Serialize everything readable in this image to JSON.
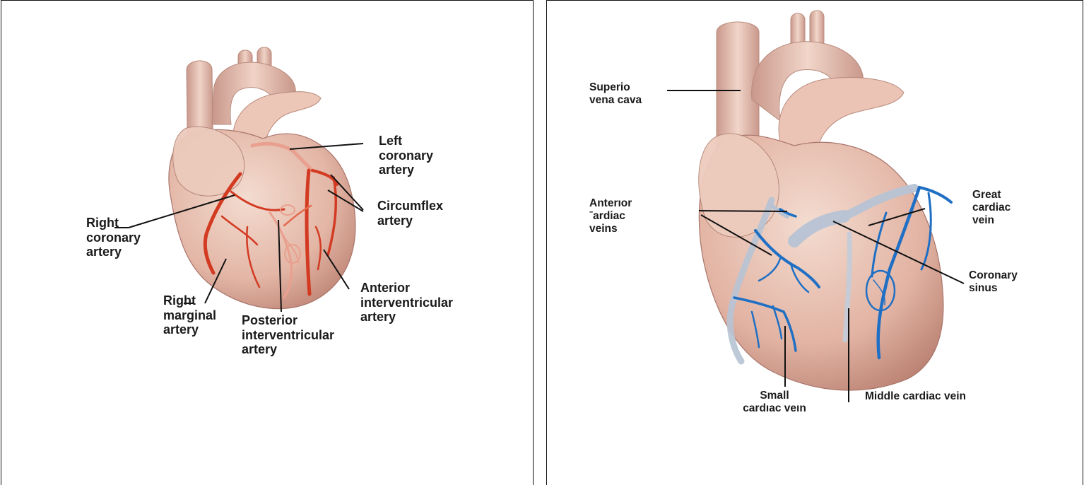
{
  "colors": {
    "heart_light": "#f1d5c8",
    "heart_mid": "#dfaf9e",
    "heart_dark": "#b98072",
    "artery": "#d33a22",
    "vein": "#1f6fc4",
    "pale_vessel": "#b7c3d4",
    "line": "#111111"
  },
  "left_panel": {
    "labels": {
      "left_coronary": "Left\ncoronary\nartery",
      "circumflex": "Circumflex\nartery",
      "right_coronary": "Right\ncoronary\nartery",
      "right_marginal": "Right\nmarginal\nartery",
      "posterior_interventricular": "Posterior\ninterventricular\nartery",
      "anterior_interventricular": "Anterior\ninterventricular\nartery"
    }
  },
  "right_panel": {
    "labels": {
      "superior_vena_cava": "Superio\nvena cava",
      "anterior_cardiac_veins": "Anterıor\nˉardiac\nveins",
      "great_cardiac_vein": "Great\ncardiac\nvein",
      "coronary_sinus": "Coronary\nsinus",
      "small_cardiac_vein": "Small\ncardıac veın",
      "middle_cardiac_vein": "Middle cardiac vein"
    }
  }
}
